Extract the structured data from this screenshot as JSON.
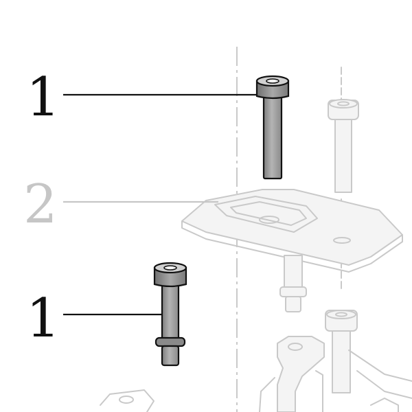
{
  "callouts": [
    {
      "id": "bolt-upper",
      "label": "1",
      "emphasis": "highlighted"
    },
    {
      "id": "plate",
      "label": "2",
      "emphasis": "ghosted"
    },
    {
      "id": "bolt-lower",
      "label": "1",
      "emphasis": "highlighted"
    }
  ],
  "colors": {
    "highlight": "#111111",
    "ghost": "#c6c6c6",
    "bolt_fill": "#9a9a9a",
    "background": "#ffffff"
  }
}
